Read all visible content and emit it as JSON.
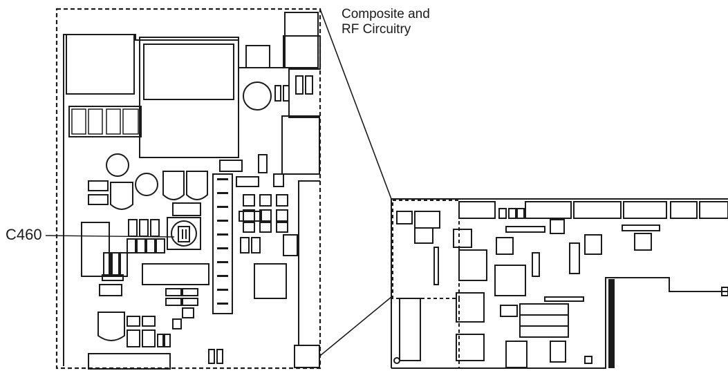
{
  "diagram": {
    "callout_title": [
      "Composite and",
      "RF Circuitry"
    ],
    "pointer_label": "C460",
    "colors": {
      "ink": "#1a1a1a",
      "paper": "#ffffff"
    }
  }
}
